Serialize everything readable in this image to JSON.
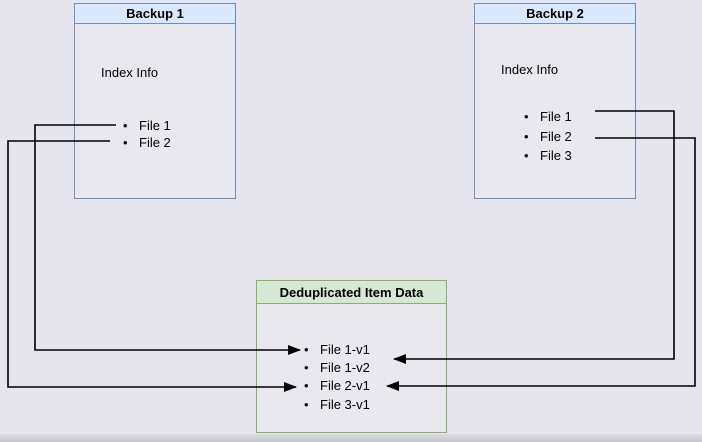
{
  "diagram": {
    "backup1": {
      "title": "Backup 1",
      "index_label": "Index Info",
      "files": [
        "File 1",
        "File 2"
      ]
    },
    "backup2": {
      "title": "Backup 2",
      "index_label": "Index Info",
      "files": [
        "File 1",
        "File 2",
        "File 3"
      ]
    },
    "dedup": {
      "title": "Deduplicated Item Data",
      "items": [
        "File 1-v1",
        "File 1-v2",
        "File 2-v1",
        "File 3-v1"
      ]
    },
    "connections": [
      {
        "from": "Backup 1 / File 1",
        "to": "File 1-v1"
      },
      {
        "from": "Backup 1 / File 2",
        "to": "File 2-v1"
      },
      {
        "from": "Backup 2 / File 1",
        "to": "File 1-v2"
      },
      {
        "from": "Backup 2 / File 2",
        "to": "File 2-v1"
      }
    ],
    "colors": {
      "canvas_bg": "#e6e5ed",
      "blue_header_fill": "#dae8fc",
      "blue_border": "#6c8ebf",
      "green_header_fill": "#d5e8d4",
      "green_border": "#82b366",
      "connector": "#000000"
    },
    "bullet_glyph": "•"
  }
}
